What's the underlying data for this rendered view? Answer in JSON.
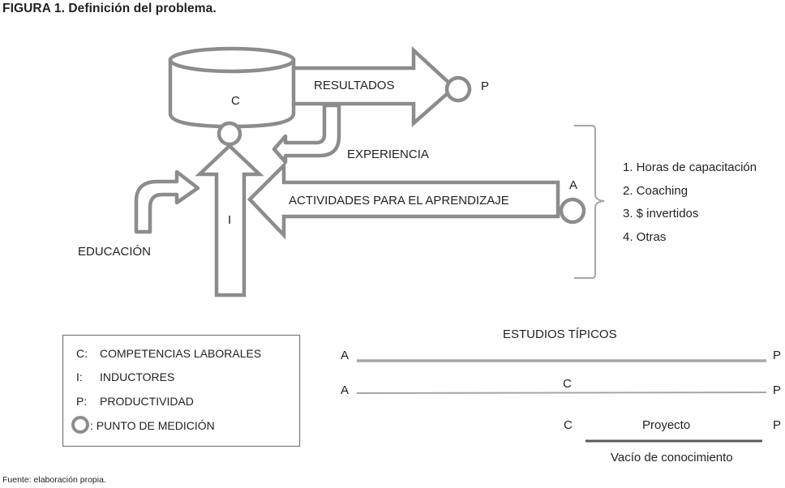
{
  "figure": {
    "title": "FIGURA 1. Definición del problema.",
    "source": "Fuente: elaboración propia."
  },
  "diagram": {
    "nodes": {
      "competencias": "C",
      "inductores": "I",
      "productividad": "P",
      "actividades_point": "A"
    },
    "arrows": {
      "resultados": "RESULTADOS",
      "experiencia": "EXPERIENCIA",
      "actividades": "ACTIVIDADES PARA EL APRENDIZAJE",
      "educacion": "EDUCACIÓN"
    },
    "activities_list": [
      "1.  Horas de capacitación",
      "2.  Coaching",
      "3.  $ invertidos",
      "4.  Otras"
    ]
  },
  "legend": {
    "items": [
      {
        "key": "C:",
        "label": "COMPETENCIAS LABORALES"
      },
      {
        "key": "I:",
        "label": "INDUCTORES"
      },
      {
        "key": "P:",
        "label": "PRODUCTIVIDAD"
      },
      {
        "key": "circle-icon",
        "label": ": PUNTO DE MEDICIÓN"
      }
    ]
  },
  "studies": {
    "title": "ESTUDIOS TÍPICOS",
    "row1": {
      "start": "A",
      "end": "P"
    },
    "row2": {
      "start": "A",
      "middle": "C",
      "end": "P"
    },
    "row3": {
      "start": "C",
      "middle": "Proyecto",
      "end": "P",
      "caption": "Vacío de conocimiento"
    }
  },
  "colors": {
    "shape_stroke": "#8c8c8c",
    "text": "#231f20",
    "line_light": "#a6a6a6",
    "line_dark": "#5a5a5a"
  }
}
